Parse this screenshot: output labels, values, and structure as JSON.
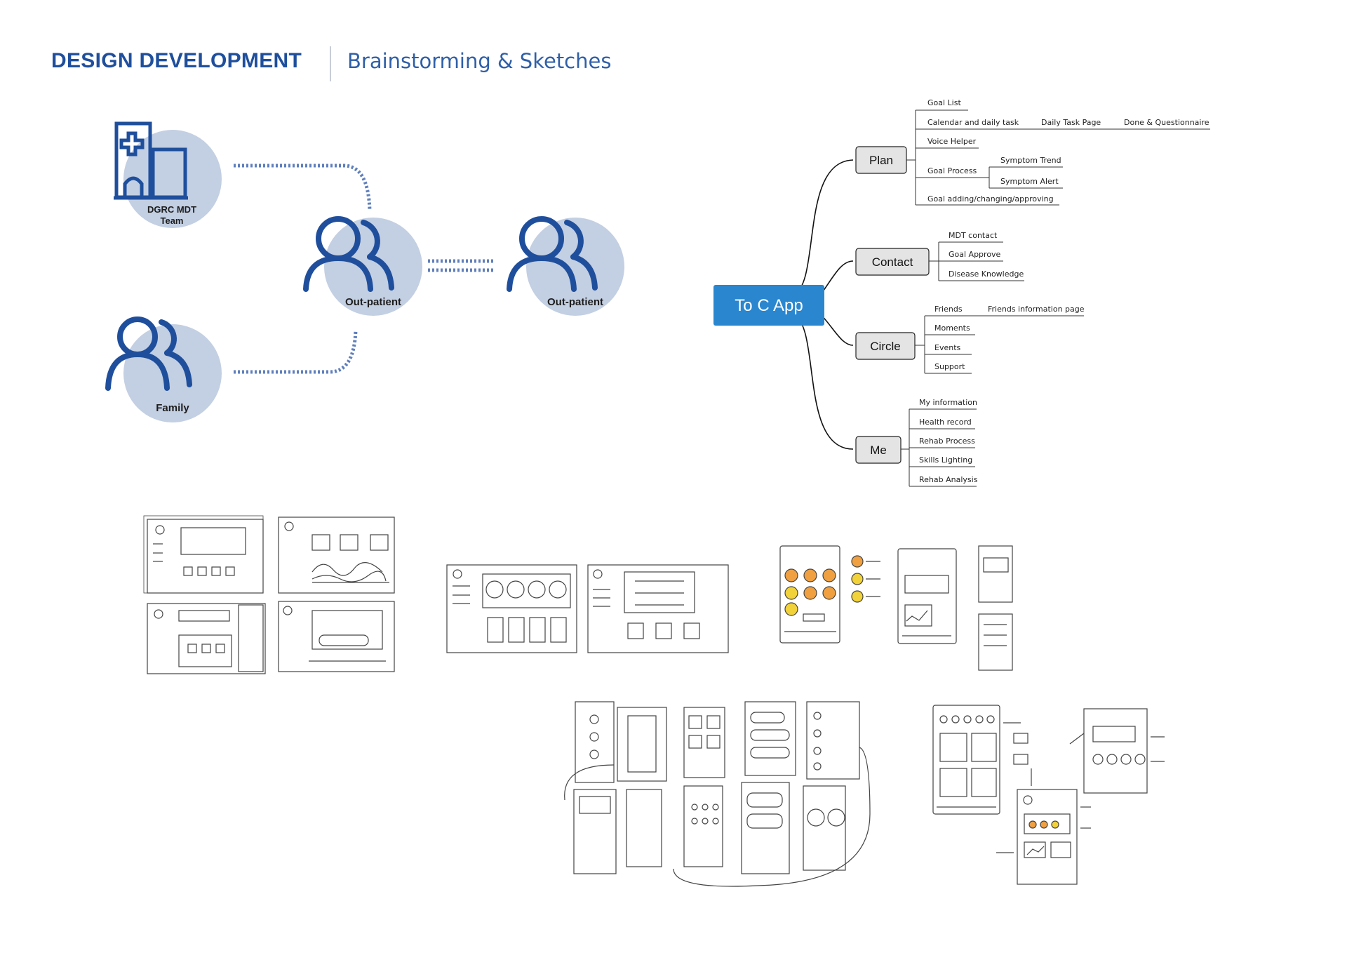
{
  "header": {
    "title": "DESIGN DEVELOPMENT",
    "subtitle": "Brainstorming & Sketches"
  },
  "stakeholders": {
    "team_label_line1": "DGRC MDT",
    "team_label_line2": "Team",
    "family_label": "Family",
    "outpatient_label_1": "Out-patient",
    "outpatient_label_2": "Out-patient"
  },
  "mindmap": {
    "root": "To C App",
    "plan": {
      "label": "Plan",
      "goal_list": "Goal List",
      "calendar": "Calendar and daily task",
      "daily_task_page": "Daily Task Page",
      "done_questionnaire": "Done & Questionnaire",
      "voice_helper": "Voice Helper",
      "goal_process": "Goal Process",
      "symptom_trend": "Symptom Trend",
      "symptom_alert": "Symptom Alert",
      "goal_adding": "Goal adding/changing/approving"
    },
    "contact": {
      "label": "Contact",
      "mdt_contact": "MDT contact",
      "goal_approve": "Goal Approve",
      "disease_knowledge": "Disease Knowledge"
    },
    "circle": {
      "label": "Circle",
      "friends": "Friends",
      "friends_info": "Friends information page",
      "moments": "Moments",
      "events": "Events",
      "support": "Support"
    },
    "me": {
      "label": "Me",
      "my_information": "My information",
      "health_record": "Health record",
      "rehab_process": "Rehab Process",
      "skills_lighting": "Skills Lighting",
      "rehab_analysis": "Rehab Analysis"
    }
  },
  "colors": {
    "brand_blue": "#1f4f9c",
    "soft_circle": "#c3cfe2",
    "root_blue": "#2a86cf",
    "box_gray": "#e4e4e4",
    "sketch_orange": "#f0a040",
    "sketch_yellow": "#f2d23a"
  }
}
